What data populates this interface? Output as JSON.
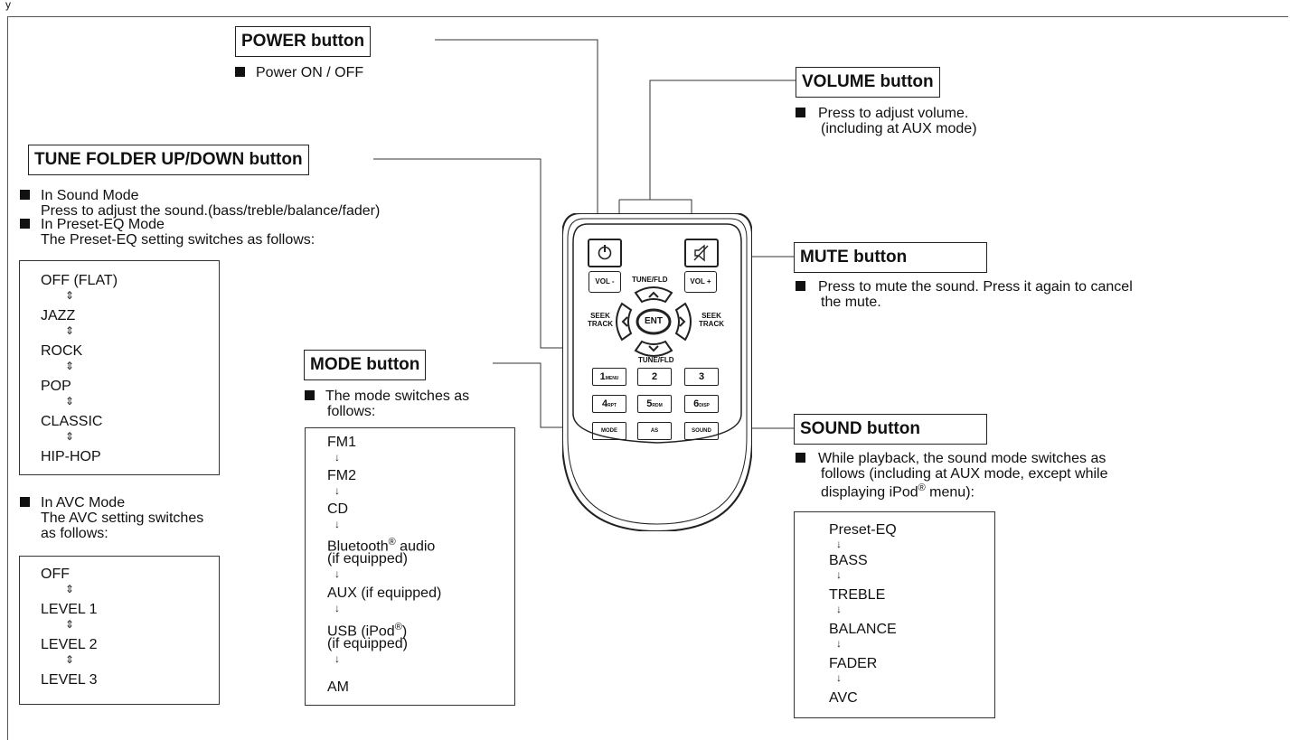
{
  "header": {
    "corner_text": "y"
  },
  "power": {
    "title": "POWER button",
    "bullet": "Power ON / OFF"
  },
  "volume": {
    "title": "VOLUME button",
    "line1": "Press to adjust volume.",
    "line2": "(including at AUX mode)"
  },
  "tune": {
    "title": "TUNE FOLDER UP/DOWN button",
    "b1": "In Sound Mode",
    "b1_detail": "Press to adjust the sound.(bass/treble/balance/fader)",
    "b2": "In Preset-EQ Mode",
    "b2_detail": "The Preset-EQ setting switches as follows:",
    "eq_items": [
      "OFF (FLAT)",
      "JAZZ",
      "ROCK",
      "POP",
      "CLASSIC",
      "HIP-HOP"
    ],
    "avc_bullet": "In AVC Mode",
    "avc_line2": "The AVC setting switches",
    "avc_line3": "as follows:",
    "avc_items": [
      "OFF",
      "LEVEL 1",
      "LEVEL 2",
      "LEVEL 3"
    ]
  },
  "mute": {
    "title": "MUTE button",
    "line1": "Press to mute the sound. Press it again to cancel",
    "line2": "the mute."
  },
  "mode": {
    "title": "MODE button",
    "line1": "The mode switches as",
    "line2": "follows:",
    "items": [
      "FM1",
      "FM2",
      "CD",
      "Bluetooth",
      "(if equipped)",
      "AUX (if equipped)",
      "USB (iPod",
      ")",
      "(if equipped)",
      "AM"
    ],
    "reg": "®"
  },
  "sound": {
    "title": "SOUND button",
    "line1": "While playback, the sound mode switches as",
    "line2": "follows (including at AUX mode, except while",
    "line3a": "displaying iPod",
    "line3b": " menu):",
    "reg": "®",
    "items": [
      "Preset-EQ",
      "BASS",
      "TREBLE",
      "BALANCE",
      "FADER",
      "AVC"
    ]
  },
  "remote": {
    "power_icon": "power-icon",
    "mute_icon": "mute-speaker-icon",
    "vol_minus": "VOL -",
    "vol_plus": "VOL +",
    "tune_fld_top": "TUNE/FLD",
    "tune_fld_bottom": "TUNE/FLD",
    "seek_left_1": "SEEK",
    "seek_left_2": "TRACK",
    "seek_right_1": "SEEK",
    "seek_right_2": "TRACK",
    "ent": "ENT",
    "keys": [
      {
        "num": "1",
        "sub": "MENU"
      },
      {
        "num": "2",
        "sub": ""
      },
      {
        "num": "3",
        "sub": ""
      },
      {
        "num": "4",
        "sub": "RPT"
      },
      {
        "num": "5",
        "sub": "RDM"
      },
      {
        "num": "6",
        "sub": "DISP"
      }
    ],
    "mode_key": "MODE",
    "as_key": "AS",
    "sound_key": "SOUND"
  }
}
